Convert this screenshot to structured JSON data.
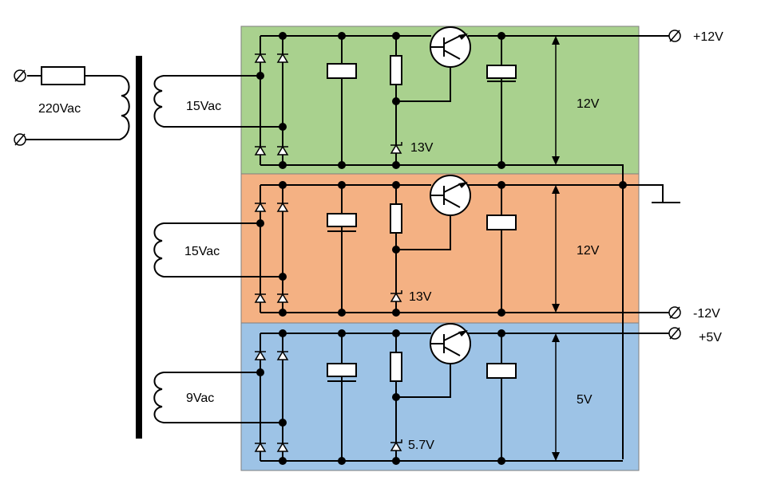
{
  "colors": {
    "section_top": "#a9d18e",
    "section_middle": "#f4b183",
    "section_bottom": "#9dc3e6",
    "wire": "#000000"
  },
  "labels": {
    "mains": "220Vac",
    "secondary_top": "15Vac",
    "secondary_middle": "15Vac",
    "secondary_bottom": "9Vac",
    "out_top_voltage": "12V",
    "out_middle_voltage": "12V",
    "out_bottom_voltage": "5V",
    "zener_top": "13V",
    "zener_middle": "13V",
    "zener_bottom": "5.7V",
    "terminal_plus12": "+12V",
    "terminal_minus12": "-12V",
    "terminal_plus5": "+5V"
  }
}
